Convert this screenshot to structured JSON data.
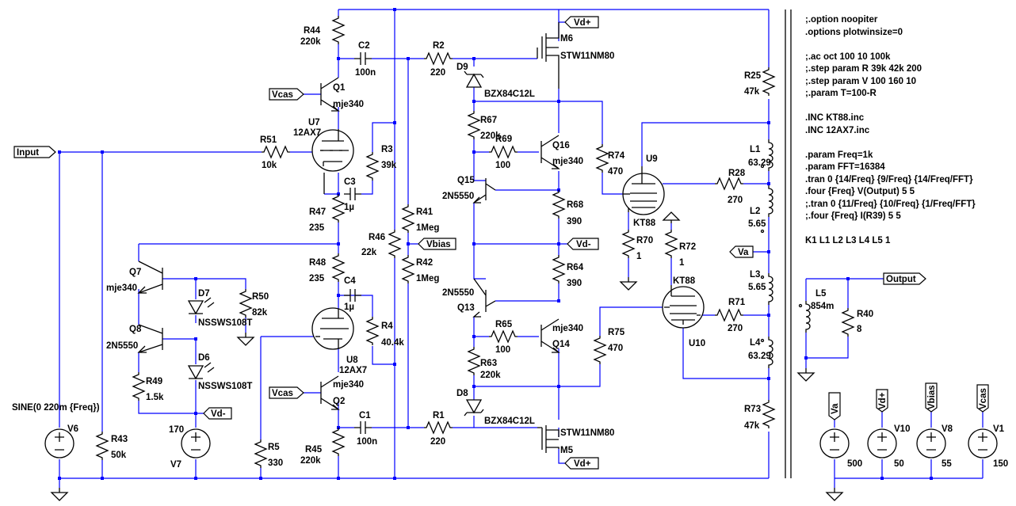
{
  "directives": [
    ";.option noopiter",
    ".options plotwinsize=0",
    "",
    ";.ac oct 100 10 100k",
    ";.step param R 39k 42k 200",
    ";.step param V 100 160 10",
    ";.param T=100-R",
    "",
    ".INC KT88.inc",
    ".INC 12AX7.inc",
    "",
    ".param Freq=1k",
    ".param FFT=16384",
    ".tran 0 {14/Freq} {9/Freq} {14/Freq/FFT}",
    ".four {Freq} V(Output) 5 5",
    ";.tran 0 {11/Freq} {10/Freq} {1/Freq/FFT}",
    ";.four {Freq} I(R39) 5 5",
    "",
    "K1 L1 L2 L3 L4 L5 1"
  ],
  "net_labels": {
    "input": "Input",
    "output": "Output",
    "vcas_top": "Vcas",
    "vcas_bottom": "Vcas",
    "vbias": "Vbias",
    "vd_minus_mid": "Vd-",
    "vd_minus_left": "Vd-",
    "vd_plus_top": "Vd+",
    "vd_plus_bottom": "Vd+",
    "va": "Va",
    "va_supply": "Va",
    "vd_plus_supply": "Vd+",
    "vbias_supply": "Vbias",
    "vcas_supply": "Vcas"
  },
  "components": {
    "R44": {
      "name": "R44",
      "value": "220k"
    },
    "C2": {
      "name": "C2",
      "value": "100n"
    },
    "R2": {
      "name": "R2",
      "value": "220"
    },
    "D9": {
      "name": "D9",
      "value": "BZX84C12L"
    },
    "M6": {
      "name": "M6",
      "value": "STW11NM80"
    },
    "Q1": {
      "name": "Q1",
      "value": "mje340"
    },
    "U7": {
      "name": "U7",
      "value": "12AX7"
    },
    "R51": {
      "name": "R51",
      "value": "10k"
    },
    "R3": {
      "name": "R3",
      "value": "39k"
    },
    "C3": {
      "name": "C3",
      "value": "1µ"
    },
    "R47": {
      "name": "R47",
      "value": "235"
    },
    "R48": {
      "name": "R48",
      "value": "235"
    },
    "C4": {
      "name": "C4",
      "value": "1µ"
    },
    "R4": {
      "name": "R4",
      "value": "40.4k"
    },
    "U8": {
      "name": "U8",
      "value": "12AX7"
    },
    "Q2": {
      "name": "Q2",
      "value": "mje340"
    },
    "C1": {
      "name": "C1",
      "value": "100n"
    },
    "R1": {
      "name": "R1",
      "value": "220"
    },
    "R45": {
      "name": "R45",
      "value": "220k"
    },
    "R41": {
      "name": "R41",
      "value": "1Meg"
    },
    "R42": {
      "name": "R42",
      "value": "1Meg"
    },
    "R46": {
      "name": "R46",
      "value": "22k"
    },
    "R67": {
      "name": "R67",
      "value": "220k"
    },
    "R69": {
      "name": "R69",
      "value": "100"
    },
    "Q16": {
      "name": "Q16",
      "value": "mje340"
    },
    "Q15": {
      "name": "Q15",
      "value": "2N5550"
    },
    "R68": {
      "name": "R68",
      "value": "390"
    },
    "R64": {
      "name": "R64",
      "value": "390"
    },
    "Q13": {
      "name": "Q13",
      "value": "2N5550"
    },
    "R65": {
      "name": "R65",
      "value": "100"
    },
    "Q14": {
      "name": "Q14",
      "value": "mje340"
    },
    "R63": {
      "name": "R63",
      "value": "220k"
    },
    "D8": {
      "name": "D8",
      "value": "BZX84C12L"
    },
    "M5": {
      "name": "M5",
      "value": "STW11NM80"
    },
    "R74": {
      "name": "R74",
      "value": "470"
    },
    "R75": {
      "name": "R75",
      "value": "470"
    },
    "U9": {
      "name": "U9",
      "value": "KT88"
    },
    "U10": {
      "name": "U10",
      "value": "KT88"
    },
    "R70": {
      "name": "R70",
      "value": "1"
    },
    "R72": {
      "name": "R72",
      "value": "1"
    },
    "R28": {
      "name": "R28",
      "value": "270"
    },
    "R71": {
      "name": "R71",
      "value": "270"
    },
    "R25": {
      "name": "R25",
      "value": "47k"
    },
    "R73": {
      "name": "R73",
      "value": "47k"
    },
    "L1": {
      "name": "L1",
      "value": "63.29"
    },
    "L2": {
      "name": "L2",
      "value": "5.65"
    },
    "L3": {
      "name": "L3",
      "value": "5.65"
    },
    "L4": {
      "name": "L4",
      "value": "63.29"
    },
    "L5": {
      "name": "L5",
      "value": "854m"
    },
    "R40": {
      "name": "R40",
      "value": "8"
    },
    "Q7": {
      "name": "Q7",
      "value": "mje340"
    },
    "Q8": {
      "name": "Q8",
      "value": "2N5550"
    },
    "D7": {
      "name": "D7",
      "value": "NSSWS108T"
    },
    "D6": {
      "name": "D6",
      "value": "NSSWS108T"
    },
    "R50": {
      "name": "R50",
      "value": "82k"
    },
    "R49": {
      "name": "R49",
      "value": "1.5k"
    },
    "V7": {
      "name": "V7",
      "value": "170"
    },
    "V6": {
      "name": "V6",
      "value": "SINE(0 220m {Freq})"
    },
    "R43": {
      "name": "R43",
      "value": "50k"
    },
    "R5": {
      "name": "R5",
      "value": "330"
    },
    "V10": {
      "name": "V10",
      "value": "50"
    },
    "V8": {
      "name": "V8",
      "value": "55"
    },
    "V1": {
      "name": "V1",
      "value": "150"
    },
    "Vva": {
      "name": "",
      "value": "500"
    }
  },
  "colors": {
    "wire": "#0000ff",
    "component": "#000000",
    "background": "#ffffff"
  }
}
